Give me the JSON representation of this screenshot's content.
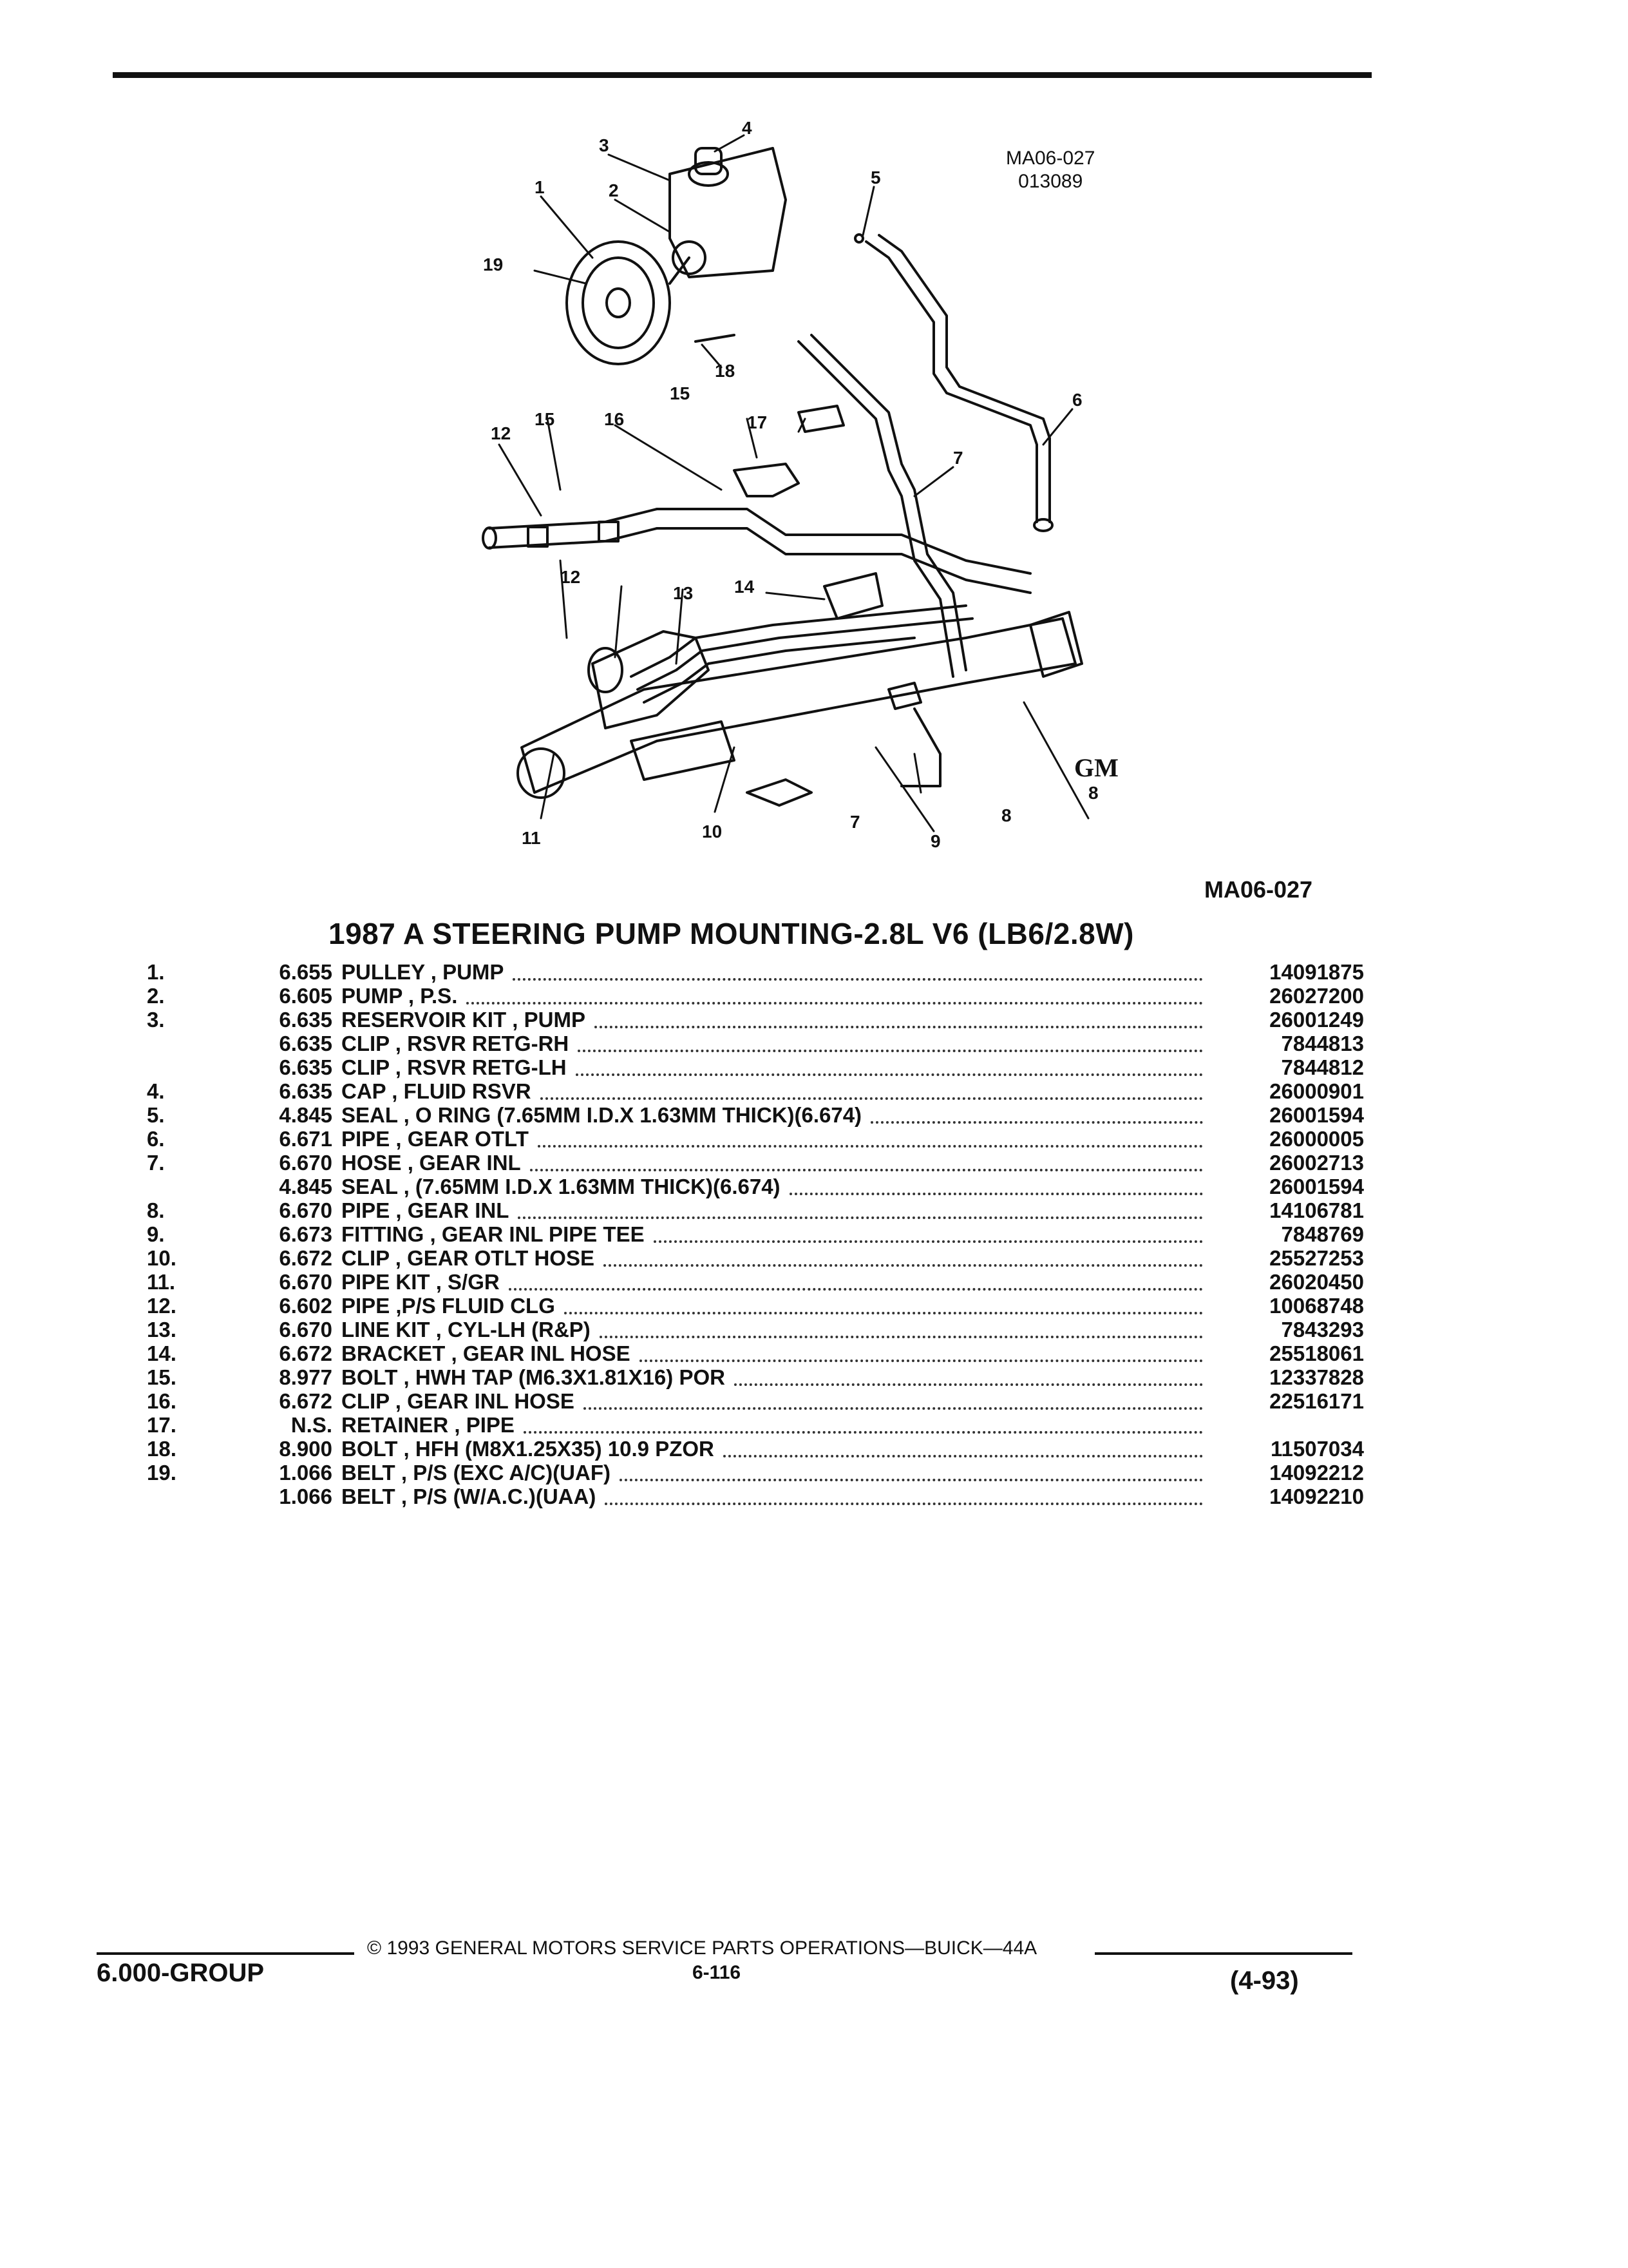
{
  "figure": {
    "code_top": "MA06-027",
    "code_sub": "013089",
    "code_bottom": "MA06-027",
    "logo_mark": "GM",
    "callouts": [
      "1",
      "2",
      "3",
      "4",
      "5",
      "6",
      "7",
      "7",
      "8",
      "8",
      "9",
      "10",
      "11",
      "12",
      "12",
      "13",
      "14",
      "15",
      "15",
      "16",
      "17",
      "18",
      "19"
    ]
  },
  "title": "1987 A STEERING PUMP MOUNTING-2.8L V6 (LB6/2.8W)",
  "parts": [
    {
      "ref": "1.",
      "group": "6.655",
      "desc": "PULLEY , PUMP",
      "part": "14091875"
    },
    {
      "ref": "2.",
      "group": "6.605",
      "desc": "PUMP , P.S.",
      "part": "26027200"
    },
    {
      "ref": "3.",
      "group": "6.635",
      "desc": "RESERVOIR KIT , PUMP",
      "part": "26001249"
    },
    {
      "ref": "",
      "group": "6.635",
      "desc": "CLIP , RSVR RETG-RH",
      "part": "7844813"
    },
    {
      "ref": "",
      "group": "6.635",
      "desc": "CLIP , RSVR RETG-LH",
      "part": "7844812"
    },
    {
      "ref": "4.",
      "group": "6.635",
      "desc": "CAP , FLUID RSVR",
      "part": "26000901"
    },
    {
      "ref": "5.",
      "group": "4.845",
      "desc": "SEAL , O RING (7.65MM I.D.X 1.63MM THICK)(6.674)",
      "part": "26001594"
    },
    {
      "ref": "6.",
      "group": "6.671",
      "desc": "PIPE , GEAR OTLT",
      "part": "26000005"
    },
    {
      "ref": "7.",
      "group": "6.670",
      "desc": "HOSE , GEAR INL",
      "part": "26002713"
    },
    {
      "ref": "",
      "group": "4.845",
      "desc": "SEAL , (7.65MM I.D.X 1.63MM THICK)(6.674)",
      "part": "26001594"
    },
    {
      "ref": "8.",
      "group": "6.670",
      "desc": "PIPE , GEAR INL",
      "part": "14106781"
    },
    {
      "ref": "9.",
      "group": "6.673",
      "desc": "FITTING , GEAR INL PIPE TEE",
      "part": "7848769"
    },
    {
      "ref": "10.",
      "group": "6.672",
      "desc": "CLIP , GEAR OTLT HOSE",
      "part": "25527253"
    },
    {
      "ref": "11.",
      "group": "6.670",
      "desc": "PIPE KIT , S/GR",
      "part": "26020450"
    },
    {
      "ref": "12.",
      "group": "6.602",
      "desc": "PIPE ,P/S FLUID CLG",
      "part": "10068748"
    },
    {
      "ref": "13.",
      "group": "6.670",
      "desc": "LINE KIT , CYL-LH (R&P)",
      "part": "7843293"
    },
    {
      "ref": "14.",
      "group": "6.672",
      "desc": "BRACKET , GEAR INL HOSE",
      "part": "25518061"
    },
    {
      "ref": "15.",
      "group": "8.977",
      "desc": "BOLT , HWH TAP (M6.3X1.81X16) POR",
      "part": "12337828"
    },
    {
      "ref": "16.",
      "group": "6.672",
      "desc": "CLIP , GEAR INL HOSE",
      "part": "22516171"
    },
    {
      "ref": "17.",
      "group": "N.S.",
      "desc": "RETAINER , PIPE",
      "part": ""
    },
    {
      "ref": "18.",
      "group": "8.900",
      "desc": "BOLT , HFH (M8X1.25X35) 10.9 PZOR",
      "part": "11507034"
    },
    {
      "ref": "19.",
      "group": "1.066",
      "desc": "BELT , P/S (EXC A/C)(UAF)",
      "part": "14092212"
    },
    {
      "ref": "",
      "group": "1.066",
      "desc": "BELT , P/S (W/A.C.)(UAA)",
      "part": "14092210"
    }
  ],
  "footer": {
    "copyright": "© 1993 GENERAL MOTORS SERVICE PARTS OPERATIONS—BUICK—44A",
    "group": "6.000-GROUP",
    "page": "6-116",
    "date": "(4-93)"
  }
}
